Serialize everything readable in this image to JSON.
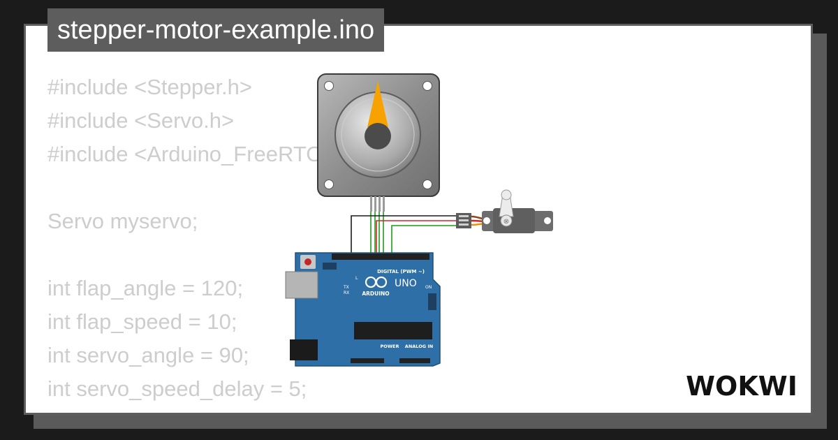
{
  "window": {
    "title": "stepper-motor-example.ino"
  },
  "code": {
    "lines": [
      "#include <Stepper.h>",
      "#include <Servo.h>",
      "#include <Arduino_FreeRTOS.h>",
      "",
      "Servo myservo;",
      "",
      "int flap_angle = 120;",
      "int flap_speed = 10;",
      "int servo_angle = 90;",
      "int servo_speed_delay = 5;"
    ]
  },
  "board": {
    "brand": "ARDUINO",
    "model": "UNO",
    "header_digital": "DIGITAL (PWM ~)",
    "header_power": "POWER",
    "header_analog": "ANALOG IN",
    "led_l": "L",
    "led_tx": "TX",
    "led_rx": "RX",
    "led_on": "ON"
  },
  "brand": {
    "logo_text": "WOKWI"
  },
  "colors": {
    "background": "#1b1b1b",
    "card": "#ffffff",
    "title_tab": "#5d5d5d",
    "code_text": "#cdcdcd",
    "board_blue": "#2f6fa7",
    "stepper_pointer": "#f7a200",
    "wire_black": "#1a1a1a",
    "wire_red": "#e02020",
    "wire_green": "#1f9a1f"
  },
  "icons": {
    "stepper": "stepper-motor-icon",
    "servo": "servo-motor-icon",
    "board": "arduino-uno-icon",
    "logo": "wokwi-logo"
  }
}
